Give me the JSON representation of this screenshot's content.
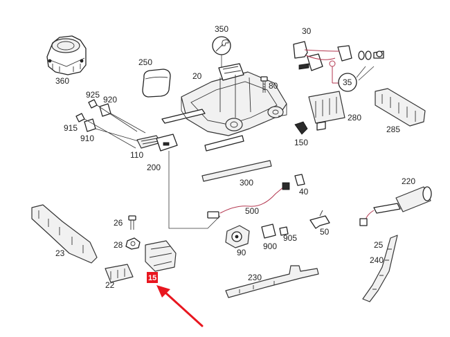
{
  "labels": {
    "l360": "360",
    "l250": "250",
    "l350": "350",
    "l20": "20",
    "l30": "30",
    "l80": "80",
    "l35": "35",
    "l280": "280",
    "l285": "285",
    "l925": "925",
    "l920": "920",
    "l915": "915",
    "l910": "910",
    "l110": "110",
    "l200": "200",
    "l150": "150",
    "l300": "300",
    "l40": "40",
    "l220": "220",
    "l500": "500",
    "l26": "26",
    "l28": "28",
    "l23": "23",
    "l22": "22",
    "l90": "90",
    "l900": "900",
    "l905": "905",
    "l50": "50",
    "l25": "25",
    "l240": "240",
    "l230": "230"
  },
  "highlight": {
    "label": "15",
    "color": "#e8161f"
  },
  "colors": {
    "arrow": "#e8161f",
    "line": "#222222",
    "accent_ring": "#b3364f"
  }
}
